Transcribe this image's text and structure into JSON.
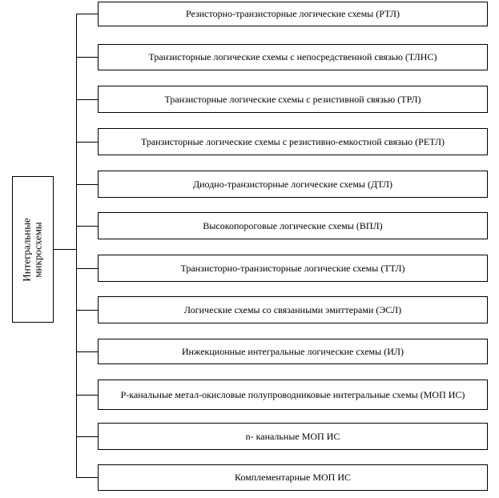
{
  "root": {
    "label_line1": "Интегральные",
    "label_line2": "микросхемы"
  },
  "items": [
    "Резисторно-транзисторные логические схемы (РТЛ)",
    "Транзисторные логические схемы с непосредственной связью (ТЛНС)",
    "Транзисторные логические схемы с резистивной связью (ТРЛ)",
    "Транзисторные логические схемы с резистивно-емкостной связью (РЕТЛ)",
    "Диодно-транзисторные логические схемы (ДТЛ)",
    "Высокопороговые логические схемы (ВПЛ)",
    "Транзисторно-транзисторные логические схемы (ТТЛ)",
    "Логические схемы со связанными эмиттерами (ЭСЛ)",
    "Инжекционные интегральные логические схемы (ИЛ)",
    "Р-канальные метал-окисловые полупроводниковые интегральные схемы (МОП ИС)",
    "n- канальные МОП ИС",
    "Комплементарные МОП ИС"
  ]
}
